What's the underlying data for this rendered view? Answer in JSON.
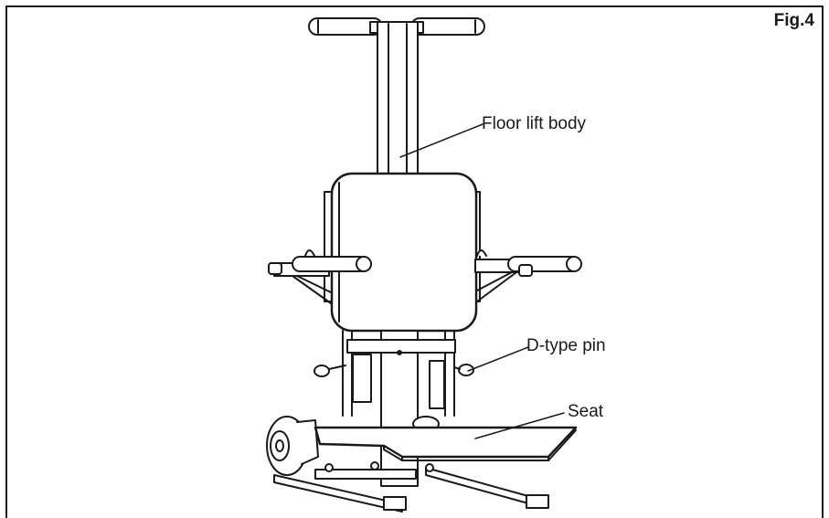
{
  "figure": {
    "label": "Fig.4"
  },
  "callouts": {
    "body": "Floor lift body",
    "pin": "D-type pin",
    "seat": "Seat"
  }
}
